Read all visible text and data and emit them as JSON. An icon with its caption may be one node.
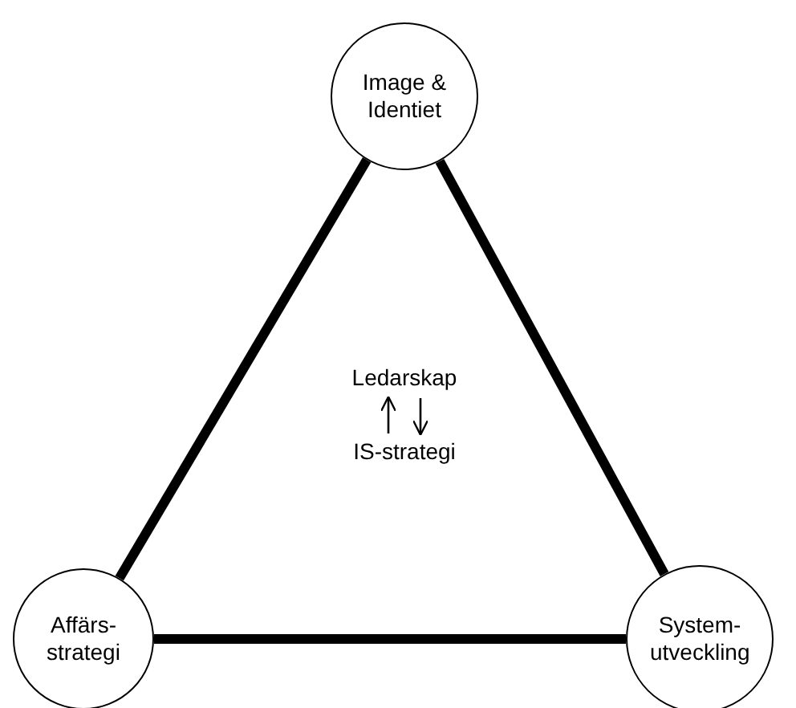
{
  "diagram": {
    "nodes": [
      {
        "text": [
          "Image & Identiet"
        ]
      },
      {
        "text": [
          "Affärs- strategi"
        ]
      },
      {
        "text": [
          "System- utveckling"
        ]
      },
      {
        "text": [
          "Ledarskap"
        ]
      },
      {
        "text": [
          "IS-strategi"
        ]
      }
    ],
    "edges": [
      {
        "from": 0,
        "to": 1,
        "arrow": "none"
      },
      {
        "from": 1,
        "to": 2,
        "arrow": "none"
      },
      {
        "from": 0,
        "to": 2,
        "arrow": "none"
      },
      {
        "from": 4,
        "to": 3,
        "arrow": "to"
      },
      {
        "from": 3,
        "to": 4,
        "arrow": "to"
      }
    ]
  }
}
